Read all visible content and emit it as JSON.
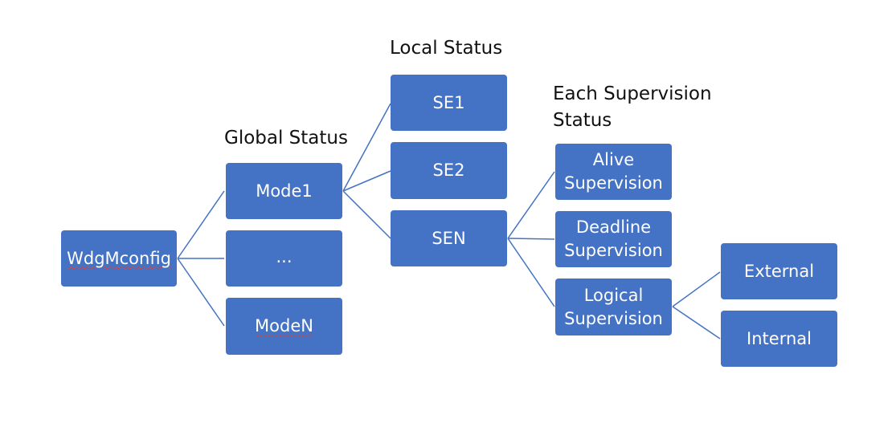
{
  "headings": {
    "global_status": "Global Status",
    "local_status": "Local Status",
    "each_supervision_status": "Each Supervision\nStatus"
  },
  "nodes": {
    "root": "WdgMconfig",
    "mode1": "Mode1",
    "mode_ellipsis": "...",
    "modeN": "ModeN",
    "se1": "SE1",
    "se2": "SE2",
    "sen": "SEN",
    "alive": "Alive\nSupervision",
    "deadline": "Deadline\nSupervision",
    "logical": "Logical\nSupervision",
    "external": "External",
    "internal": "Internal"
  },
  "colors": {
    "node_fill": "#4472c4",
    "node_text": "#ffffff",
    "connector": "#4472c4",
    "spellcheck_underline": "#e0413a"
  }
}
